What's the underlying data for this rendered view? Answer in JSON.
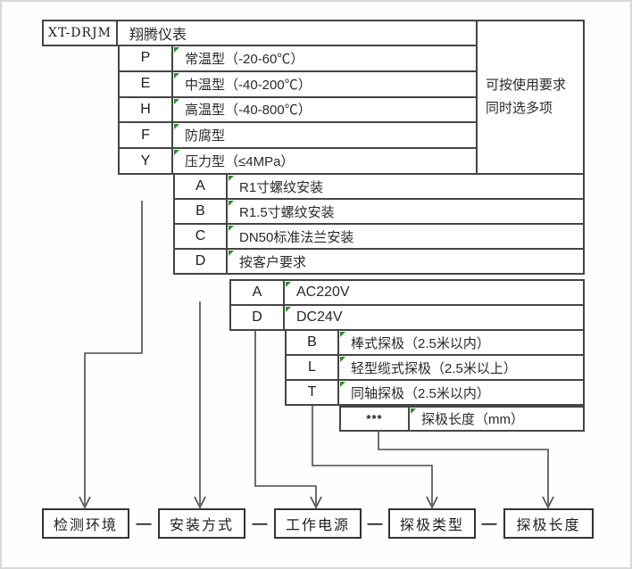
{
  "colors": {
    "border": "#454545",
    "flag_green": "#2e8b2e",
    "text": "#2a2a2a",
    "background": "#ffffff"
  },
  "header": {
    "model_code": "XT-DRJM",
    "brand": "翔腾仪表"
  },
  "side_note": "可按使用要求同时选多项",
  "tables": {
    "environment": {
      "rows": [
        {
          "code": "P",
          "desc": "常温型（-20-60℃）"
        },
        {
          "code": "E",
          "desc": "中温型（-40-200℃）"
        },
        {
          "code": "H",
          "desc": "高温型（-40-800℃）"
        },
        {
          "code": "F",
          "desc": "防腐型"
        },
        {
          "code": "Y",
          "desc": "压力型（≤4MPa）"
        }
      ]
    },
    "installation": {
      "rows": [
        {
          "code": "A",
          "desc": "R1寸螺纹安装"
        },
        {
          "code": "B",
          "desc": "R1.5寸螺纹安装"
        },
        {
          "code": "C",
          "desc": "DN50标准法兰安装"
        },
        {
          "code": "D",
          "desc": "按客户要求"
        }
      ]
    },
    "power": {
      "rows": [
        {
          "code": "A",
          "desc": "AC220V"
        },
        {
          "code": "D",
          "desc": "DC24V"
        }
      ]
    },
    "probe": {
      "rows": [
        {
          "code": "B",
          "desc": "棒式探极（2.5米以内）"
        },
        {
          "code": "L",
          "desc": "轻型缆式探极（2.5米以上）"
        },
        {
          "code": "T",
          "desc": "同轴探极（2.5米以内）"
        }
      ]
    },
    "probe_length": {
      "rows": [
        {
          "code": "***",
          "desc": "探极长度（mm）"
        }
      ]
    }
  },
  "bottom": {
    "separator": "—",
    "labels": [
      "检测环境",
      "安装方式",
      "工作电源",
      "探极类型",
      "探极长度"
    ]
  }
}
